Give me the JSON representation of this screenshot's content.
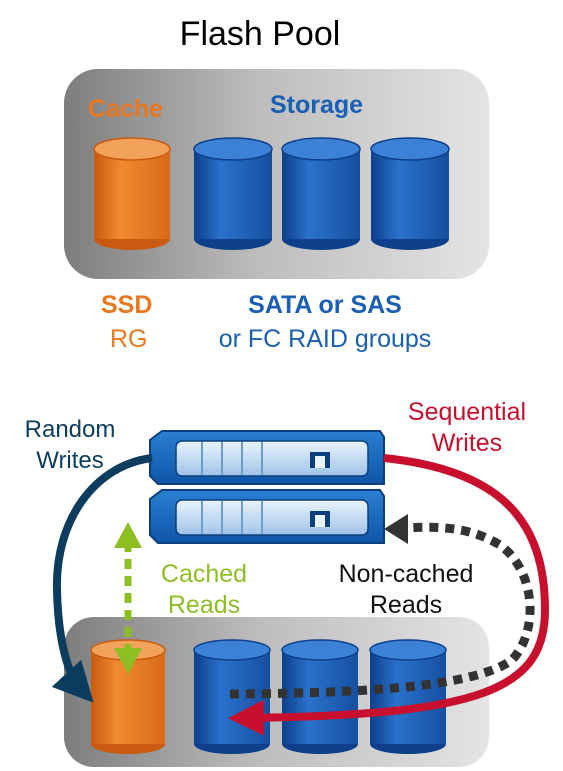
{
  "title": "Flash Pool",
  "top_pool": {
    "cache_label": "Cache",
    "storage_label": "Storage",
    "ssd_line1": "SSD",
    "ssd_line2": "RG",
    "disk_line1": "SATA or SAS",
    "disk_line2": "or FC RAID groups"
  },
  "flow": {
    "random_writes_line1": "Random",
    "random_writes_line2": "Writes",
    "sequential_writes_line1": "Sequential",
    "sequential_writes_line2": "Writes",
    "cached_reads_line1": "Cached",
    "cached_reads_line2": "Reads",
    "noncached_reads_line1": "Non-cached",
    "noncached_reads_line2": "Reads"
  },
  "colors": {
    "cache": "#e87722",
    "storage": "#1a5fb4",
    "random_writes": "#0c3c5e",
    "sequential_writes": "#c8102e",
    "cached_reads": "#8dbe24",
    "noncached_reads": "#333333"
  }
}
